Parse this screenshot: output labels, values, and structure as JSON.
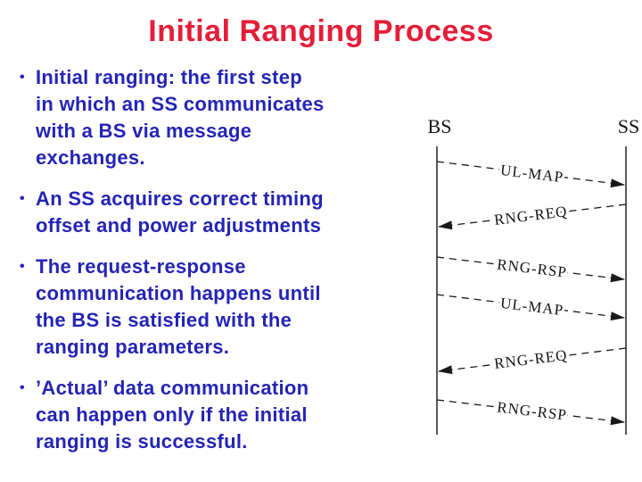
{
  "title": {
    "text": "Initial Ranging Process"
  },
  "colors": {
    "title_red": "#e41e39",
    "body_blue": "#2424b4",
    "diagram_black": "#141414",
    "background": "#ffffff"
  },
  "bullets": {
    "marker": "•",
    "items": [
      {
        "lines": [
          "Initial ranging: the first step",
          "in which an SS communicates",
          "with a BS via message",
          "exchanges."
        ]
      },
      {
        "lines": [
          "An SS acquires correct timing",
          "offset and power adjustments"
        ]
      },
      {
        "lines": [
          "The request-response",
          "communication happens until",
          "the BS is satisfied with the",
          "ranging parameters."
        ]
      },
      {
        "lines": [
          "’Actual’ data communication",
          "can happen only if the initial",
          "ranging is successful."
        ]
      }
    ]
  },
  "diagram": {
    "left_actor": "BS",
    "right_actor": "SS",
    "messages": [
      {
        "label": "UL-MAP",
        "from": "BS",
        "to": "SS"
      },
      {
        "label": "RNG-REQ",
        "from": "SS",
        "to": "BS"
      },
      {
        "label": "RNG-RSP",
        "from": "BS",
        "to": "SS"
      },
      {
        "label": "UL-MAP",
        "from": "BS",
        "to": "SS"
      },
      {
        "label": "RNG-REQ",
        "from": "SS",
        "to": "BS"
      },
      {
        "label": "RNG-RSP",
        "from": "BS",
        "to": "SS"
      }
    ]
  }
}
